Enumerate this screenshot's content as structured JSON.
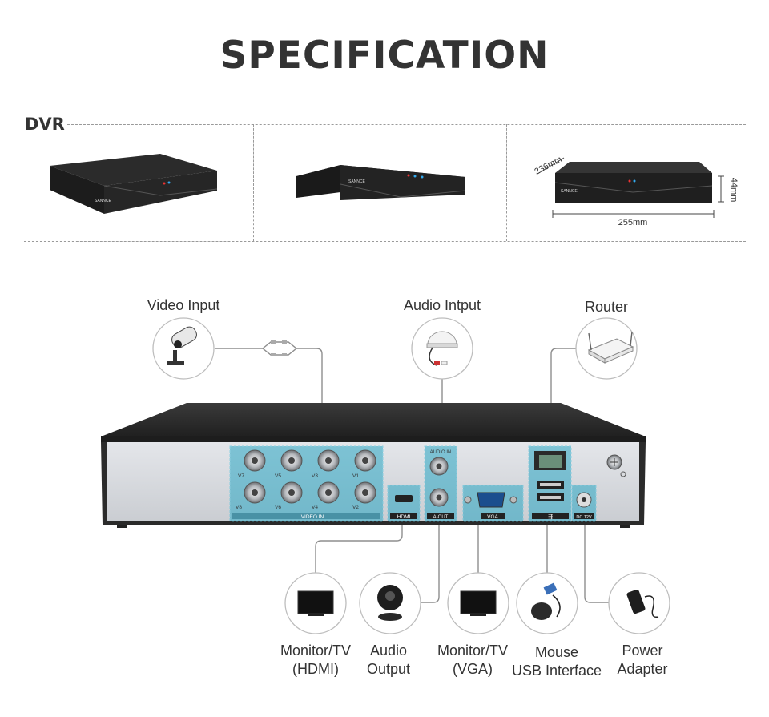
{
  "title": "SPECIFICATION",
  "section_label": "DVR",
  "brand": "SANNCE",
  "dimensions": {
    "depth": "236mm",
    "width": "255mm",
    "height": "44mm"
  },
  "top_labels": {
    "video_input": "Video Input",
    "audio_input": "Audio Intput",
    "router": "Router"
  },
  "port_labels": {
    "video_in": "VIDEO IN",
    "hdmi": "HDMI",
    "a_out": "A-OUT",
    "audio_in": "AUDIO IN",
    "vga": "VGA",
    "dc": "DC 12V",
    "channels": [
      "V7",
      "V5",
      "V3",
      "V1",
      "V8",
      "V6",
      "V4",
      "V2"
    ]
  },
  "bottom_labels": [
    {
      "line1": "Monitor/TV",
      "line2": "(HDMI)"
    },
    {
      "line1": "Audio",
      "line2": "Output"
    },
    {
      "line1": "Monitor/TV",
      "line2": "(VGA)"
    },
    {
      "line1": "Mouse",
      "line2": "USB Interface"
    },
    {
      "line1": "Power",
      "line2": "Adapter"
    }
  ]
}
